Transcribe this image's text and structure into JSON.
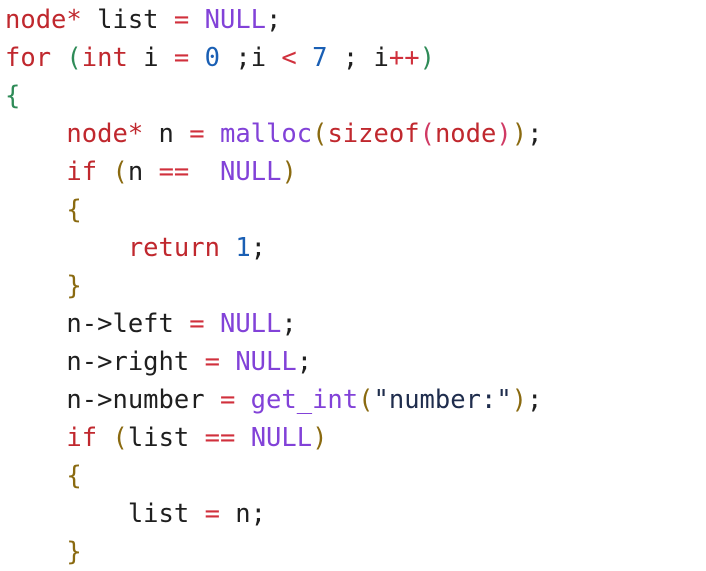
{
  "colors": {
    "plain": "#1f1f1f",
    "keyword": "#c0282e",
    "type": "#c0282e",
    "constant": "#8242d8",
    "number": "#1a5fb4",
    "operator": "#d0303c",
    "bracket_outer": "#8a6a10",
    "bracket_inner": "#d03a64",
    "paren_green": "#2e8b57",
    "string": "#1f2d4d"
  },
  "code": {
    "lines": [
      {
        "indent": "",
        "tokens": [
          {
            "t": "node*",
            "c": "keyword"
          },
          {
            "t": " list ",
            "c": "plain"
          },
          {
            "t": "=",
            "c": "operator"
          },
          {
            "t": " ",
            "c": "plain"
          },
          {
            "t": "NULL",
            "c": "constant"
          },
          {
            "t": ";",
            "c": "plain"
          }
        ]
      },
      {
        "indent": "",
        "tokens": [
          {
            "t": "for",
            "c": "keyword"
          },
          {
            "t": " ",
            "c": "plain"
          },
          {
            "t": "(",
            "c": "paren_green"
          },
          {
            "t": "int",
            "c": "keyword"
          },
          {
            "t": " i ",
            "c": "plain"
          },
          {
            "t": "=",
            "c": "operator"
          },
          {
            "t": " ",
            "c": "plain"
          },
          {
            "t": "0",
            "c": "number"
          },
          {
            "t": " ;i ",
            "c": "plain"
          },
          {
            "t": "<",
            "c": "operator"
          },
          {
            "t": " ",
            "c": "plain"
          },
          {
            "t": "7",
            "c": "number"
          },
          {
            "t": " ; i",
            "c": "plain"
          },
          {
            "t": "++",
            "c": "operator"
          },
          {
            "t": ")",
            "c": "paren_green"
          }
        ]
      },
      {
        "indent": "",
        "tokens": [
          {
            "t": "{",
            "c": "paren_green"
          }
        ]
      },
      {
        "indent": "    ",
        "tokens": [
          {
            "t": "node*",
            "c": "keyword"
          },
          {
            "t": " n ",
            "c": "plain"
          },
          {
            "t": "=",
            "c": "operator"
          },
          {
            "t": " ",
            "c": "plain"
          },
          {
            "t": "malloc",
            "c": "constant"
          },
          {
            "t": "(",
            "c": "bracket_outer"
          },
          {
            "t": "sizeof",
            "c": "keyword"
          },
          {
            "t": "(",
            "c": "bracket_inner"
          },
          {
            "t": "node",
            "c": "keyword"
          },
          {
            "t": ")",
            "c": "bracket_inner"
          },
          {
            "t": ")",
            "c": "bracket_outer"
          },
          {
            "t": ";",
            "c": "plain"
          }
        ]
      },
      {
        "indent": "    ",
        "tokens": [
          {
            "t": "if",
            "c": "keyword"
          },
          {
            "t": " ",
            "c": "plain"
          },
          {
            "t": "(",
            "c": "bracket_outer"
          },
          {
            "t": "n ",
            "c": "plain"
          },
          {
            "t": "==",
            "c": "operator"
          },
          {
            "t": "  ",
            "c": "plain"
          },
          {
            "t": "NULL",
            "c": "constant"
          },
          {
            "t": ")",
            "c": "bracket_outer"
          }
        ]
      },
      {
        "indent": "    ",
        "tokens": [
          {
            "t": "{",
            "c": "bracket_outer"
          }
        ]
      },
      {
        "indent": "        ",
        "tokens": [
          {
            "t": "return",
            "c": "keyword"
          },
          {
            "t": " ",
            "c": "plain"
          },
          {
            "t": "1",
            "c": "number"
          },
          {
            "t": ";",
            "c": "plain"
          }
        ]
      },
      {
        "indent": "    ",
        "tokens": [
          {
            "t": "}",
            "c": "bracket_outer"
          }
        ]
      },
      {
        "indent": "    ",
        "tokens": [
          {
            "t": "n->left ",
            "c": "plain"
          },
          {
            "t": "=",
            "c": "operator"
          },
          {
            "t": " ",
            "c": "plain"
          },
          {
            "t": "NULL",
            "c": "constant"
          },
          {
            "t": ";",
            "c": "plain"
          }
        ]
      },
      {
        "indent": "    ",
        "tokens": [
          {
            "t": "n->right ",
            "c": "plain"
          },
          {
            "t": "=",
            "c": "operator"
          },
          {
            "t": " ",
            "c": "plain"
          },
          {
            "t": "NULL",
            "c": "constant"
          },
          {
            "t": ";",
            "c": "plain"
          }
        ]
      },
      {
        "indent": "    ",
        "tokens": [
          {
            "t": "n->number ",
            "c": "plain"
          },
          {
            "t": "=",
            "c": "operator"
          },
          {
            "t": " ",
            "c": "plain"
          },
          {
            "t": "get_int",
            "c": "constant"
          },
          {
            "t": "(",
            "c": "bracket_outer"
          },
          {
            "t": "\"number:\"",
            "c": "string"
          },
          {
            "t": ")",
            "c": "bracket_outer"
          },
          {
            "t": ";",
            "c": "plain"
          }
        ]
      },
      {
        "indent": "    ",
        "tokens": [
          {
            "t": "if",
            "c": "keyword"
          },
          {
            "t": " ",
            "c": "plain"
          },
          {
            "t": "(",
            "c": "bracket_outer"
          },
          {
            "t": "list ",
            "c": "plain"
          },
          {
            "t": "==",
            "c": "operator"
          },
          {
            "t": " ",
            "c": "plain"
          },
          {
            "t": "NULL",
            "c": "constant"
          },
          {
            "t": ")",
            "c": "bracket_outer"
          }
        ]
      },
      {
        "indent": "    ",
        "tokens": [
          {
            "t": "{",
            "c": "bracket_outer"
          }
        ]
      },
      {
        "indent": "        ",
        "tokens": [
          {
            "t": "list ",
            "c": "plain"
          },
          {
            "t": "=",
            "c": "operator"
          },
          {
            "t": " n;",
            "c": "plain"
          }
        ]
      },
      {
        "indent": "    ",
        "tokens": [
          {
            "t": "}",
            "c": "bracket_outer"
          }
        ]
      }
    ]
  }
}
